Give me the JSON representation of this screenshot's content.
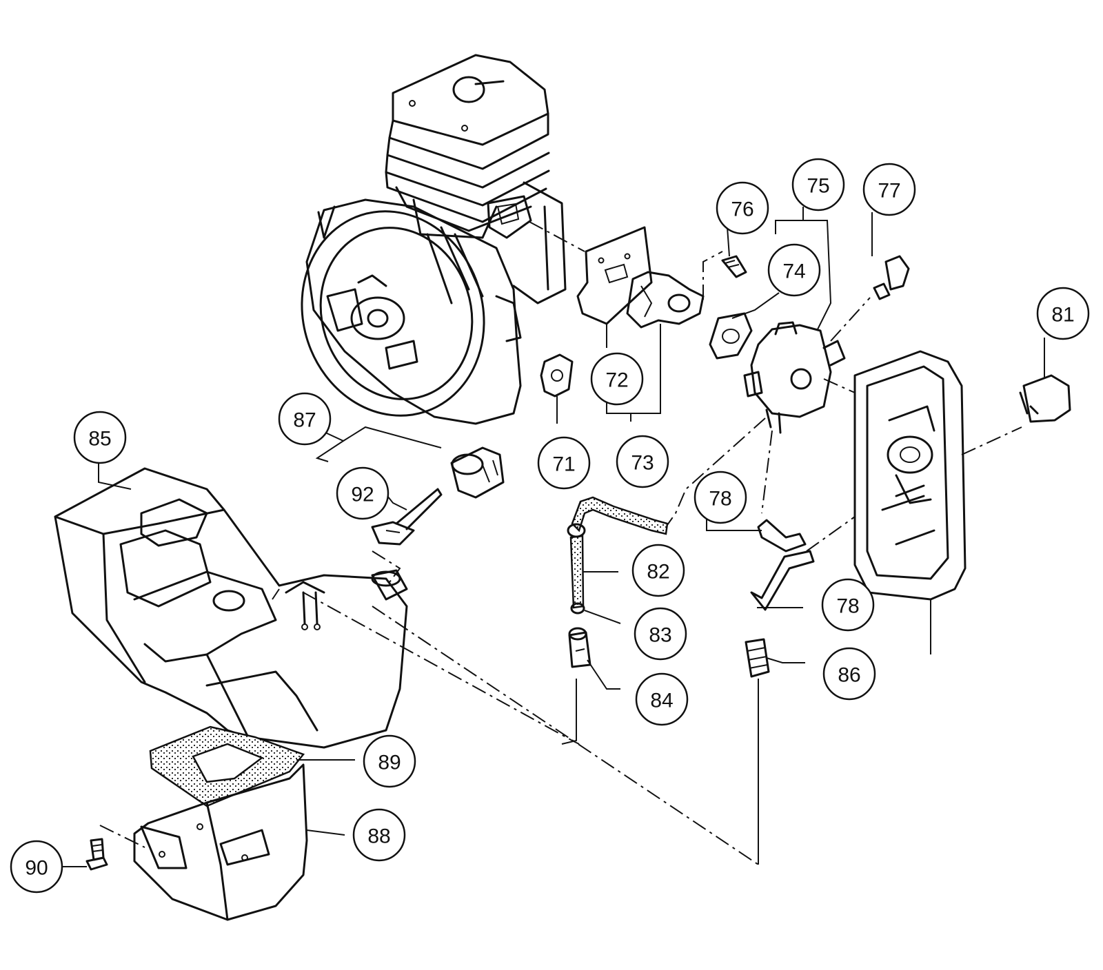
{
  "callouts": [
    {
      "id": "c71",
      "label": "71"
    },
    {
      "id": "c72",
      "label": "72"
    },
    {
      "id": "c73",
      "label": "73"
    },
    {
      "id": "c74",
      "label": "74"
    },
    {
      "id": "c75",
      "label": "75"
    },
    {
      "id": "c76",
      "label": "76"
    },
    {
      "id": "c77",
      "label": "77"
    },
    {
      "id": "c78a",
      "label": "78"
    },
    {
      "id": "c78b",
      "label": "78"
    },
    {
      "id": "c81",
      "label": "81"
    },
    {
      "id": "c82",
      "label": "82"
    },
    {
      "id": "c83",
      "label": "83"
    },
    {
      "id": "c84",
      "label": "84"
    },
    {
      "id": "c85",
      "label": "85"
    },
    {
      "id": "c86",
      "label": "86"
    },
    {
      "id": "c87",
      "label": "87"
    },
    {
      "id": "c88",
      "label": "88"
    },
    {
      "id": "c89",
      "label": "89"
    },
    {
      "id": "c90",
      "label": "90"
    },
    {
      "id": "c92",
      "label": "92"
    }
  ]
}
